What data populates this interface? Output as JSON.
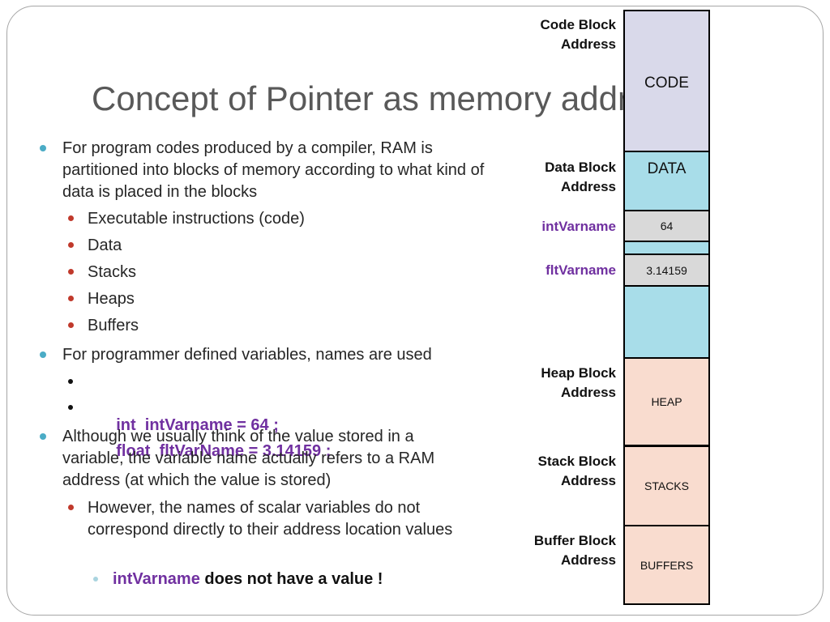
{
  "title": "Concept of Pointer as memory address",
  "bullets": {
    "b1": "For program codes produced by a compiler, RAM is partitioned into blocks of memory according to what kind of data is placed in the blocks",
    "b1_sub": [
      "Executable instructions (code)",
      "Data",
      "Stacks",
      "Heaps",
      "Buffers"
    ],
    "b2": "For programmer defined variables, names are used",
    "b2_sub": [
      "int  intVarname = 64 ;",
      "float  fltVarName = 3.14159 ;"
    ],
    "b3": "Although we usually think of the value stored in a variable, the variable name actually refers to a RAM address (at which the value is stored)",
    "b3_sub": "However, the names of scalar variables do not correspond directly to their address location values",
    "b3_sub_sub": {
      "name": "intVarname",
      "rest": "does not have a value !"
    }
  },
  "memory": {
    "code": "CODE",
    "data": "DATA",
    "int_value": "64",
    "flt_value": "3.14159",
    "heap": "HEAP",
    "stacks": "STACKS",
    "buffers": "BUFFERS"
  },
  "addresses": {
    "code_line1": "Code Block",
    "code_line2": "Address",
    "data_line1": "Data Block",
    "data_line2": "Address",
    "int_name": "intVarname",
    "flt_name": "fltVarname",
    "heap_line1": "Heap Block",
    "heap_line2": "Address",
    "stack_line1": "Stack Block",
    "stack_line2": "Address",
    "buffer_line1": "Buffer Block",
    "buffer_line2": "Address"
  },
  "colors": {
    "code": "#d9d9ea",
    "data": "#a8dde9",
    "var": "#d9d9d9",
    "heap": "#f9dccf",
    "accent_bullet": "#4bacc6",
    "purple": "#7030a0"
  }
}
